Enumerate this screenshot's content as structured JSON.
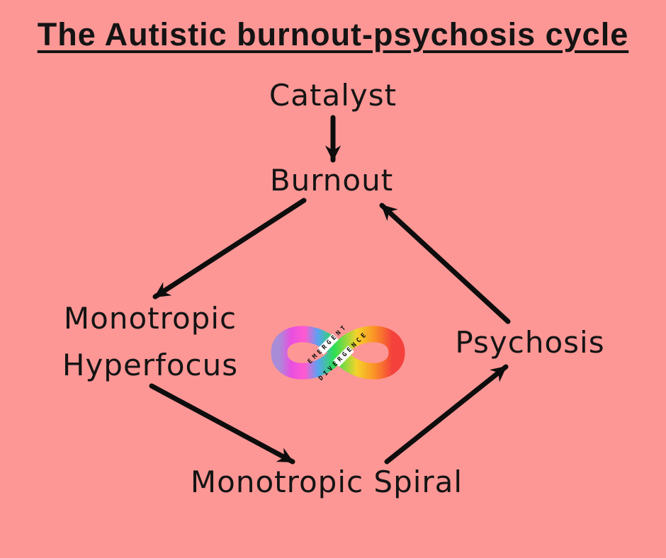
{
  "title": "The Autistic burnout-psychosis cycle",
  "diagram": {
    "nodes": [
      {
        "id": "catalyst",
        "label": "Catalyst"
      },
      {
        "id": "burnout",
        "label": "Burnout"
      },
      {
        "id": "monotropic-hyperfocus",
        "label": "Monotropic Hyperfocus",
        "line1": "Monotropic",
        "line2": "Hyperfocus"
      },
      {
        "id": "psychosis",
        "label": "Psychosis"
      },
      {
        "id": "monotropic-spiral",
        "label": "Monotropic Spiral"
      }
    ],
    "edges": [
      {
        "from": "catalyst",
        "to": "burnout"
      },
      {
        "from": "burnout",
        "to": "monotropic-hyperfocus"
      },
      {
        "from": "monotropic-hyperfocus",
        "to": "monotropic-spiral"
      },
      {
        "from": "monotropic-spiral",
        "to": "psychosis"
      },
      {
        "from": "psychosis",
        "to": "burnout"
      }
    ]
  },
  "logo": {
    "word1": "EMERGENT",
    "word2": "DIVERGENCE",
    "symbol": "rainbow-infinity"
  },
  "colors": {
    "background": "#fd9795",
    "text": "#141414",
    "arrow": "#0d0d0d",
    "rainbow": [
      "#a98cd8",
      "#e84fe0",
      "#ff5ad0",
      "#57a3f2",
      "#2ddf52",
      "#f5d22b",
      "#fb9226",
      "#f4413c"
    ]
  }
}
